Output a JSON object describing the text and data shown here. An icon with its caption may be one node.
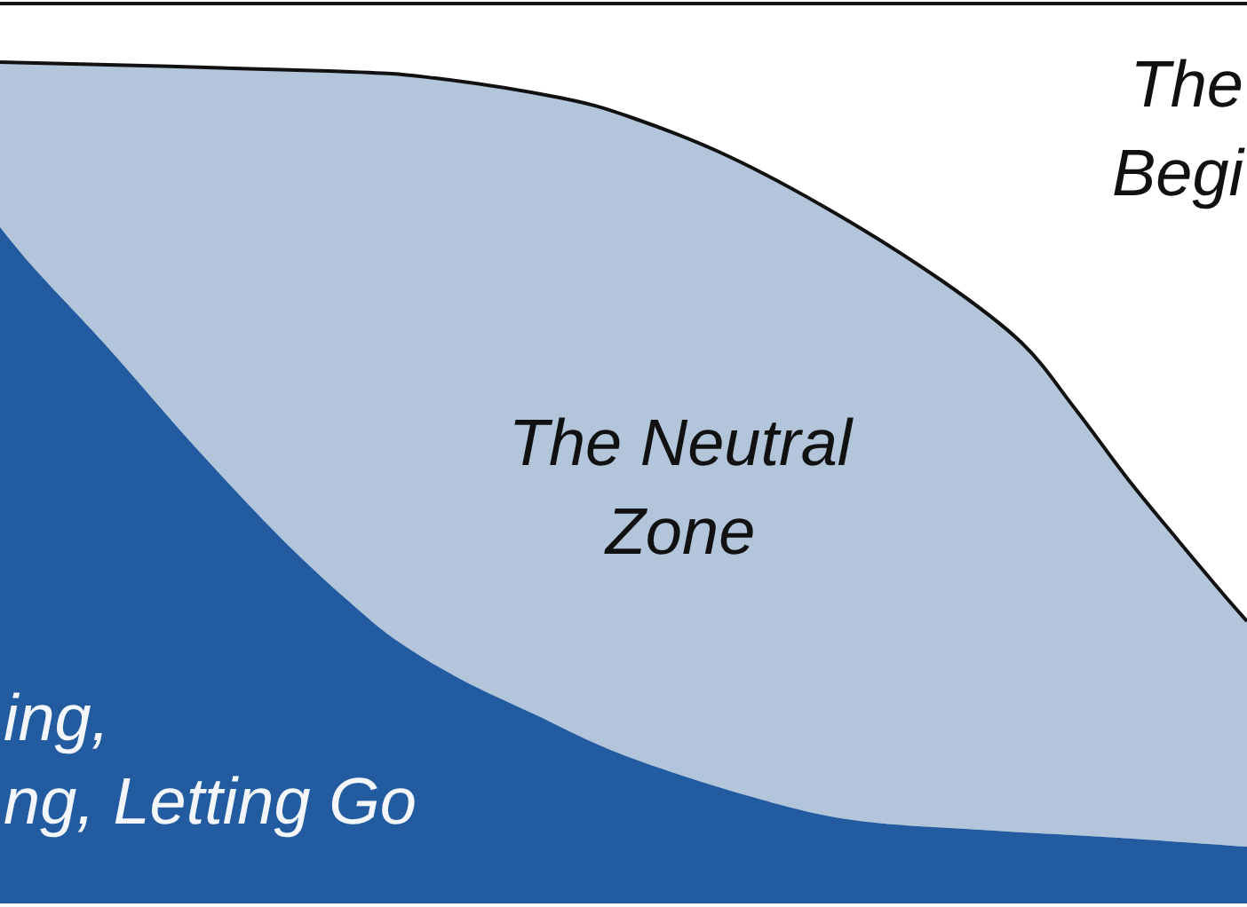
{
  "diagram": {
    "nodes": [
      {
        "text": [
          "The Neutral Zone"
        ]
      },
      {
        "text": [
          "ing, ng, Letting Go"
        ]
      }
    ],
    "labels": [
      "The Begi"
    ]
  }
}
